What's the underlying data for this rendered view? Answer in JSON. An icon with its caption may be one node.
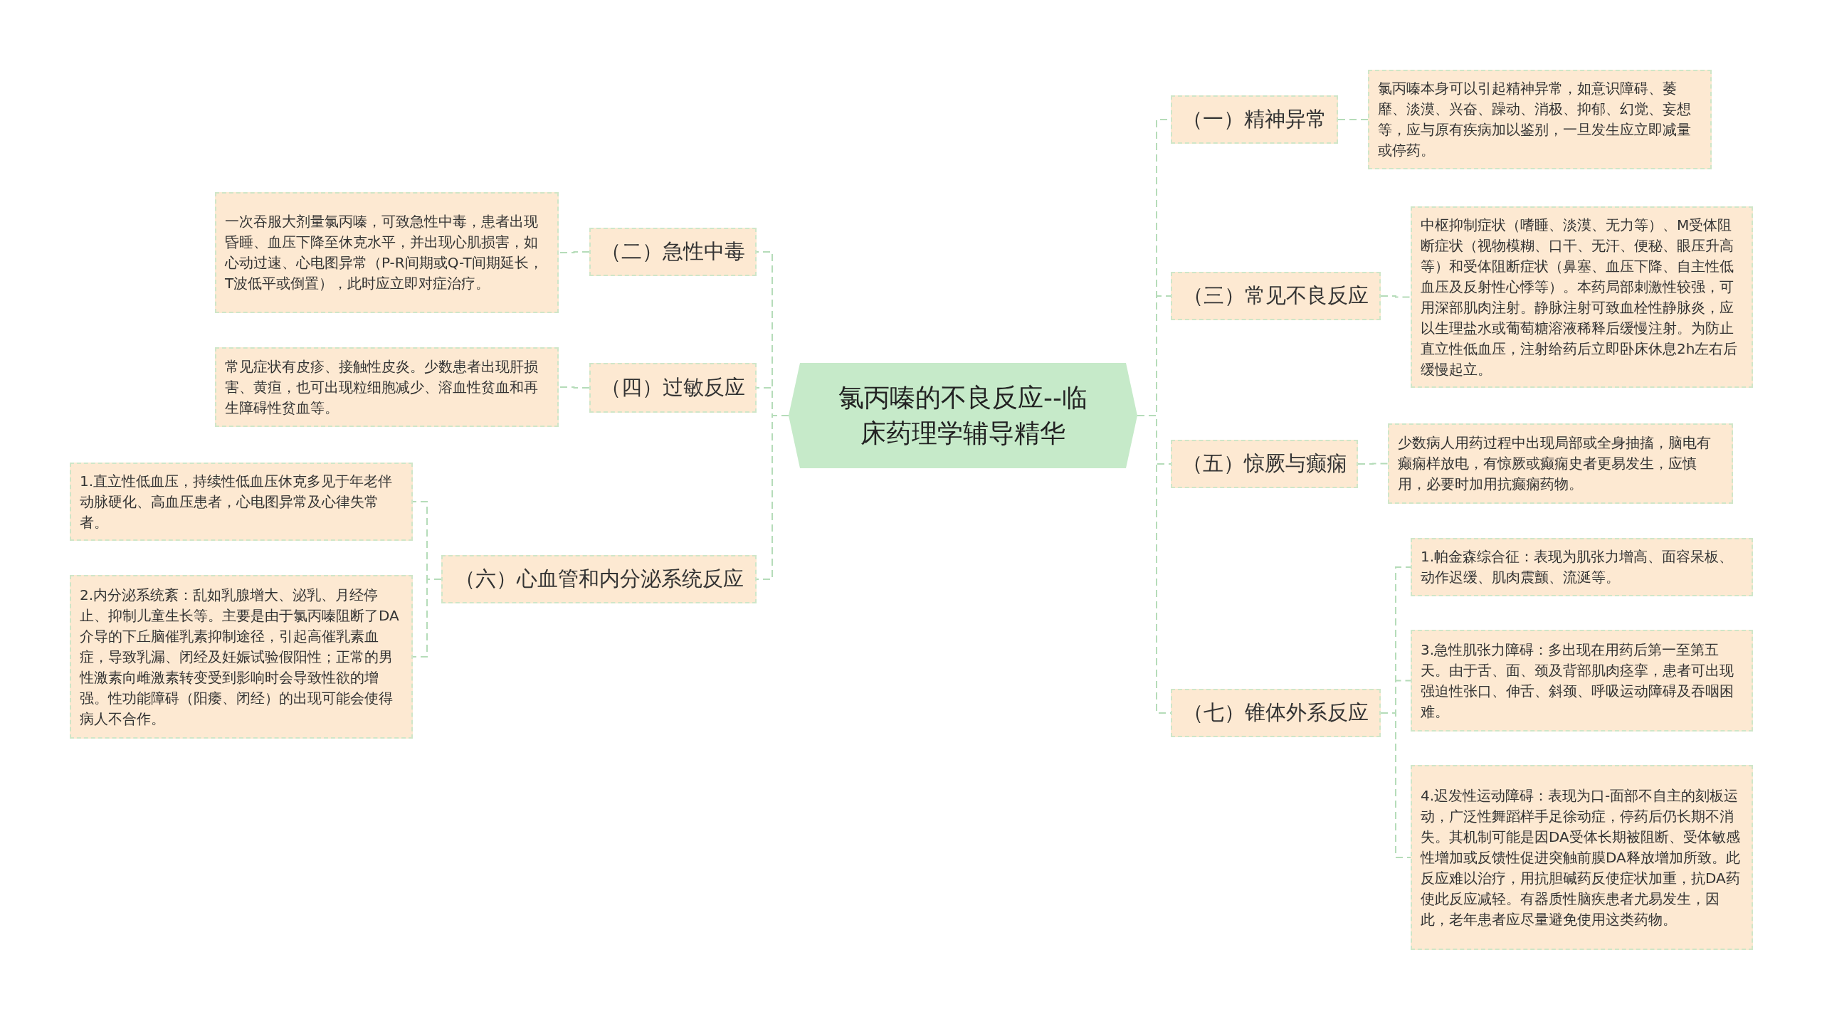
{
  "diagram": {
    "nodes": [
      {
        "text": [
          "氯丙嗪的不良反应--临床药理学辅导精华"
        ]
      },
      {
        "text": [
          "（一）精神异常"
        ]
      },
      {
        "text": [
          "氯丙嗪本身可以引起精神异常，如意识障碍、萎靡、淡漠、兴奋、躁动、消极、抑郁、幻觉、妄想等，应与原有疾病加以鉴别，一旦发生应立即减量或停药。"
        ]
      },
      {
        "text": [
          "（二）急性中毒"
        ]
      },
      {
        "text": [
          "一次吞服大剂量氯丙嗪，可致急性中毒，患者出现昏睡、血压下降至休克水平，并出现心肌损害，如心动过速、心电图异常（P-R间期或Q-T间期延长，T波低平或倒置），此时应立即对症治疗。"
        ]
      },
      {
        "text": [
          "（三）常见不良反应"
        ]
      },
      {
        "text": [
          "中枢抑制症状（嗜睡、淡漠、无力等）、M受体阻断症状（视物模糊、口干、无汗、便秘、眼压升高等）和受体阻断症状（鼻塞、血压下降、自主性低血压及反射性心悸等）。本药局部刺激性较强，可用深部肌肉注射。静脉注射可致血栓性静脉炎，应以生理盐水或葡萄糖溶液稀释后缓慢注射。为防止直立性低血压，注射给药后立即卧床休息2h左右后缓慢起立。"
        ]
      },
      {
        "text": [
          "（四）过敏反应"
        ]
      },
      {
        "text": [
          "常见症状有皮疹、接触性皮炎。少数患者出现肝损害、黄疸，也可出现粒细胞减少、溶血性贫血和再生障碍性贫血等。"
        ]
      },
      {
        "text": [
          "（五）惊厥与癫痫"
        ]
      },
      {
        "text": [
          "少数病人用药过程中出现局部或全身抽搐，脑电有癫痫样放电，有惊厥或癫痫史者更易发生，应慎用，必要时加用抗癫痫药物。"
        ]
      },
      {
        "text": [
          "（六）心血管和内分泌系统反应"
        ]
      },
      {
        "text": [
          "1.直立性低血压，持续性低血压休克多见于年老伴动脉硬化、高血压患者，心电图异常及心律失常者。"
        ]
      },
      {
        "text": [
          "2.内分泌系统紊：乱如乳腺增大、泌乳、月经停止、抑制儿童生长等。主要是由于氯丙嗪阻断了DA介导的下丘脑催乳素抑制途径，引起高催乳素血症，导致乳漏、闭经及妊娠试验假阳性；正常的男性激素向雌激素转变受到影响时会导致性欲的增强。性功能障碍（阳痿、闭经）的出现可能会使得病人不合作。"
        ]
      },
      {
        "text": [
          "（七）锥体外系反应"
        ]
      },
      {
        "text": [
          "1.帕金森综合征：表现为肌张力增高、面容呆板、动作迟缓、肌肉震颤、流涎等。"
        ]
      },
      {
        "text": [
          "3.急性肌张力障碍：多出现在用药后第一至第五天。由于舌、面、颈及背部肌肉痉挛，患者可出现强迫性张口、伸舌、斜颈、呼吸运动障碍及吞咽困难。"
        ]
      },
      {
        "text": [
          "4.迟发性运动障碍：表现为口-面部不自主的刻板运动，广泛性舞蹈样手足徐动症，停药后仍长期不消失。其机制可能是因DA受体长期被阻断、受体敏感性增加或反馈性促进突触前膜DA释放增加所致。此反应难以治疗，用抗胆碱药反使症状加重，抗DA药使此反应减轻。有器质性脑疾患者尤易发生，因此，老年患者应尽量避免使用这类药物。"
        ]
      }
    ],
    "edges": [
      {
        "from": 0,
        "to": 1,
        "arrow": "none"
      },
      {
        "from": 1,
        "to": 2,
        "arrow": "none"
      },
      {
        "from": 0,
        "to": 3,
        "arrow": "none"
      },
      {
        "from": 3,
        "to": 4,
        "arrow": "none"
      },
      {
        "from": 0,
        "to": 5,
        "arrow": "none"
      },
      {
        "from": 5,
        "to": 6,
        "arrow": "none"
      },
      {
        "from": 0,
        "to": 7,
        "arrow": "none"
      },
      {
        "from": 7,
        "to": 8,
        "arrow": "none"
      },
      {
        "from": 0,
        "to": 9,
        "arrow": "none"
      },
      {
        "from": 9,
        "to": 10,
        "arrow": "none"
      },
      {
        "from": 0,
        "to": 11,
        "arrow": "none"
      },
      {
        "from": 11,
        "to": 12,
        "arrow": "none"
      },
      {
        "from": 11,
        "to": 13,
        "arrow": "none"
      },
      {
        "from": 0,
        "to": 14,
        "arrow": "none"
      },
      {
        "from": 14,
        "to": 15,
        "arrow": "none"
      },
      {
        "from": 14,
        "to": 16,
        "arrow": "none"
      },
      {
        "from": 14,
        "to": 17,
        "arrow": "none"
      }
    ]
  }
}
